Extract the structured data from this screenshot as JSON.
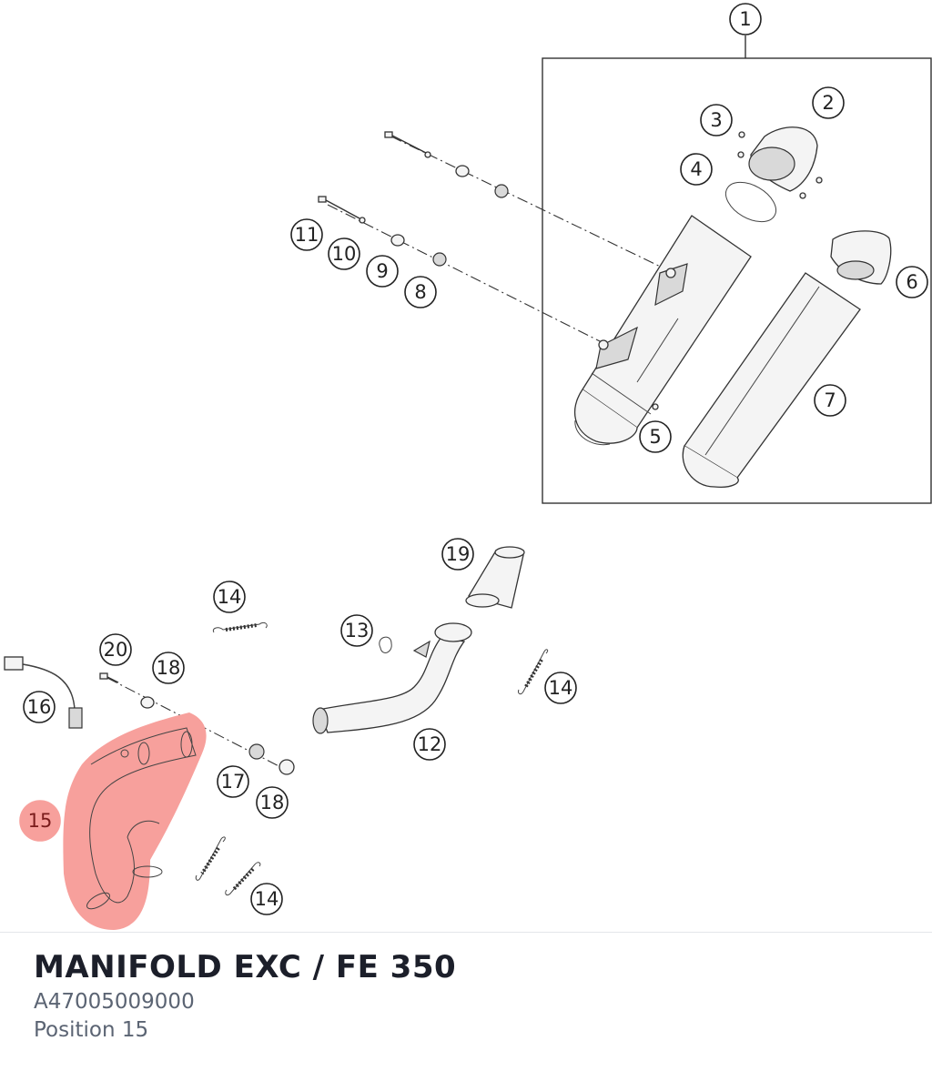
{
  "callouts": {
    "c1": "1",
    "c2": "2",
    "c3": "3",
    "c4": "4",
    "c5": "5",
    "c6": "6",
    "c7": "7",
    "c8": "8",
    "c9": "9",
    "c10": "10",
    "c11": "11",
    "c12": "12",
    "c13": "13",
    "c14a": "14",
    "c14b": "14",
    "c14c": "14",
    "c15": "15",
    "c16": "16",
    "c17": "17",
    "c18a": "18",
    "c18b": "18",
    "c19": "19",
    "c20": "20"
  },
  "part": {
    "title": "MANIFOLD EXC / FE 350",
    "number": "A47005009000",
    "position": "Position 15"
  },
  "colors": {
    "highlight": "#f7a09c",
    "title": "#1c1f2a",
    "meta": "#5b6473"
  }
}
